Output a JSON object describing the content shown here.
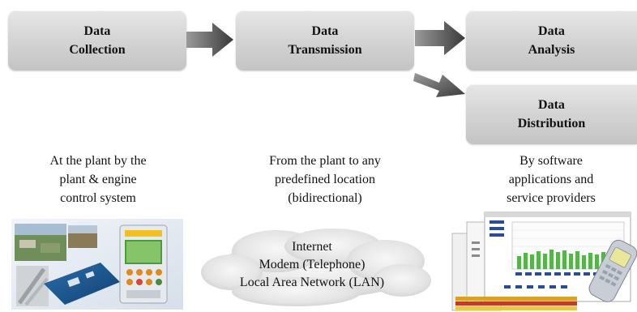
{
  "stages": {
    "collection": {
      "line1": "Data",
      "line2": "Collection"
    },
    "transmission": {
      "line1": "Data",
      "line2": "Transmission"
    },
    "analysis": {
      "line1": "Data",
      "line2": "Analysis"
    },
    "distribution": {
      "line1": "Data",
      "line2": "Distribution"
    }
  },
  "descriptions": {
    "collection": [
      "At the plant by the",
      "plant & engine",
      "control system"
    ],
    "transmission": [
      "From the plant to any",
      "predefined location",
      "(bidirectional)"
    ],
    "distribution": [
      "By software",
      "applications and",
      "service providers"
    ]
  },
  "network": [
    "Internet",
    "Modem (Telephone)",
    "Local Area Network (LAN)"
  ],
  "colors": {
    "box": "#d2d2d2",
    "arrow": "#4a4a4a",
    "text": "#111111"
  }
}
